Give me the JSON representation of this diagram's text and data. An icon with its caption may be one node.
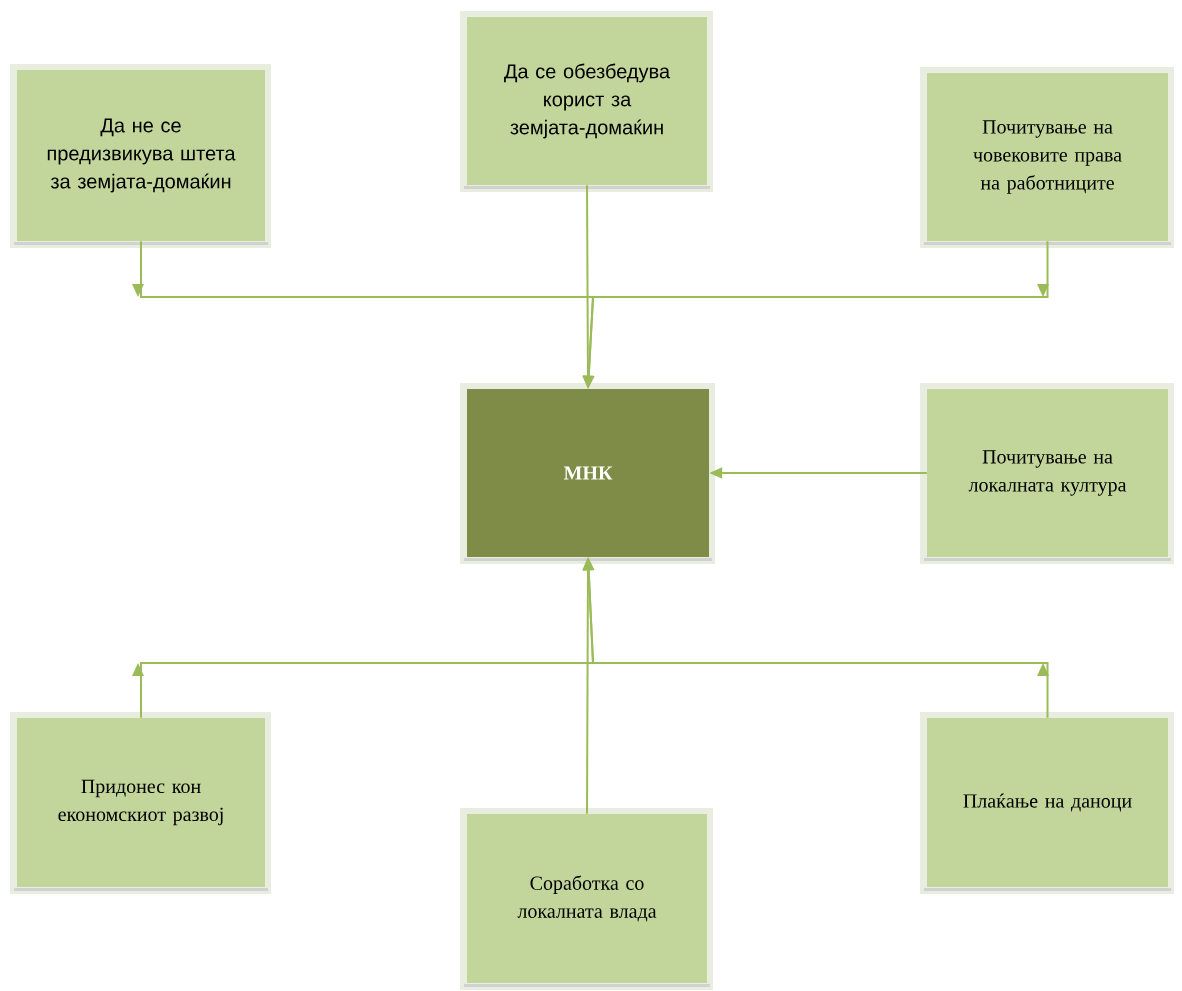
{
  "diagram": {
    "nodes": [
      {
        "text": [
          "Да не се предизвикува штета за земјата-домаќин"
        ]
      },
      {
        "text": [
          "Да се обезбедува корист за земјата-домаќин"
        ]
      },
      {
        "text": [
          "Почитување на човековите права на работниците"
        ]
      },
      {
        "text": [
          "МНК"
        ]
      },
      {
        "text": [
          "Почитување на локалната култура"
        ]
      },
      {
        "text": [
          "Придонес кон економскиот развој"
        ]
      },
      {
        "text": [
          "Соработка со локалната влада"
        ]
      },
      {
        "text": [
          "Плаќање на даноци"
        ]
      }
    ],
    "edges": [
      {
        "from": 0,
        "to": 3,
        "arrow": "to"
      },
      {
        "from": 1,
        "to": 3,
        "arrow": "to"
      },
      {
        "from": 2,
        "to": 3,
        "arrow": "to"
      },
      {
        "from": 4,
        "to": 3,
        "arrow": "to"
      },
      {
        "from": 5,
        "to": 3,
        "arrow": "to"
      },
      {
        "from": 6,
        "to": 3,
        "arrow": "to"
      },
      {
        "from": 7,
        "to": 3,
        "arrow": "to"
      }
    ]
  }
}
